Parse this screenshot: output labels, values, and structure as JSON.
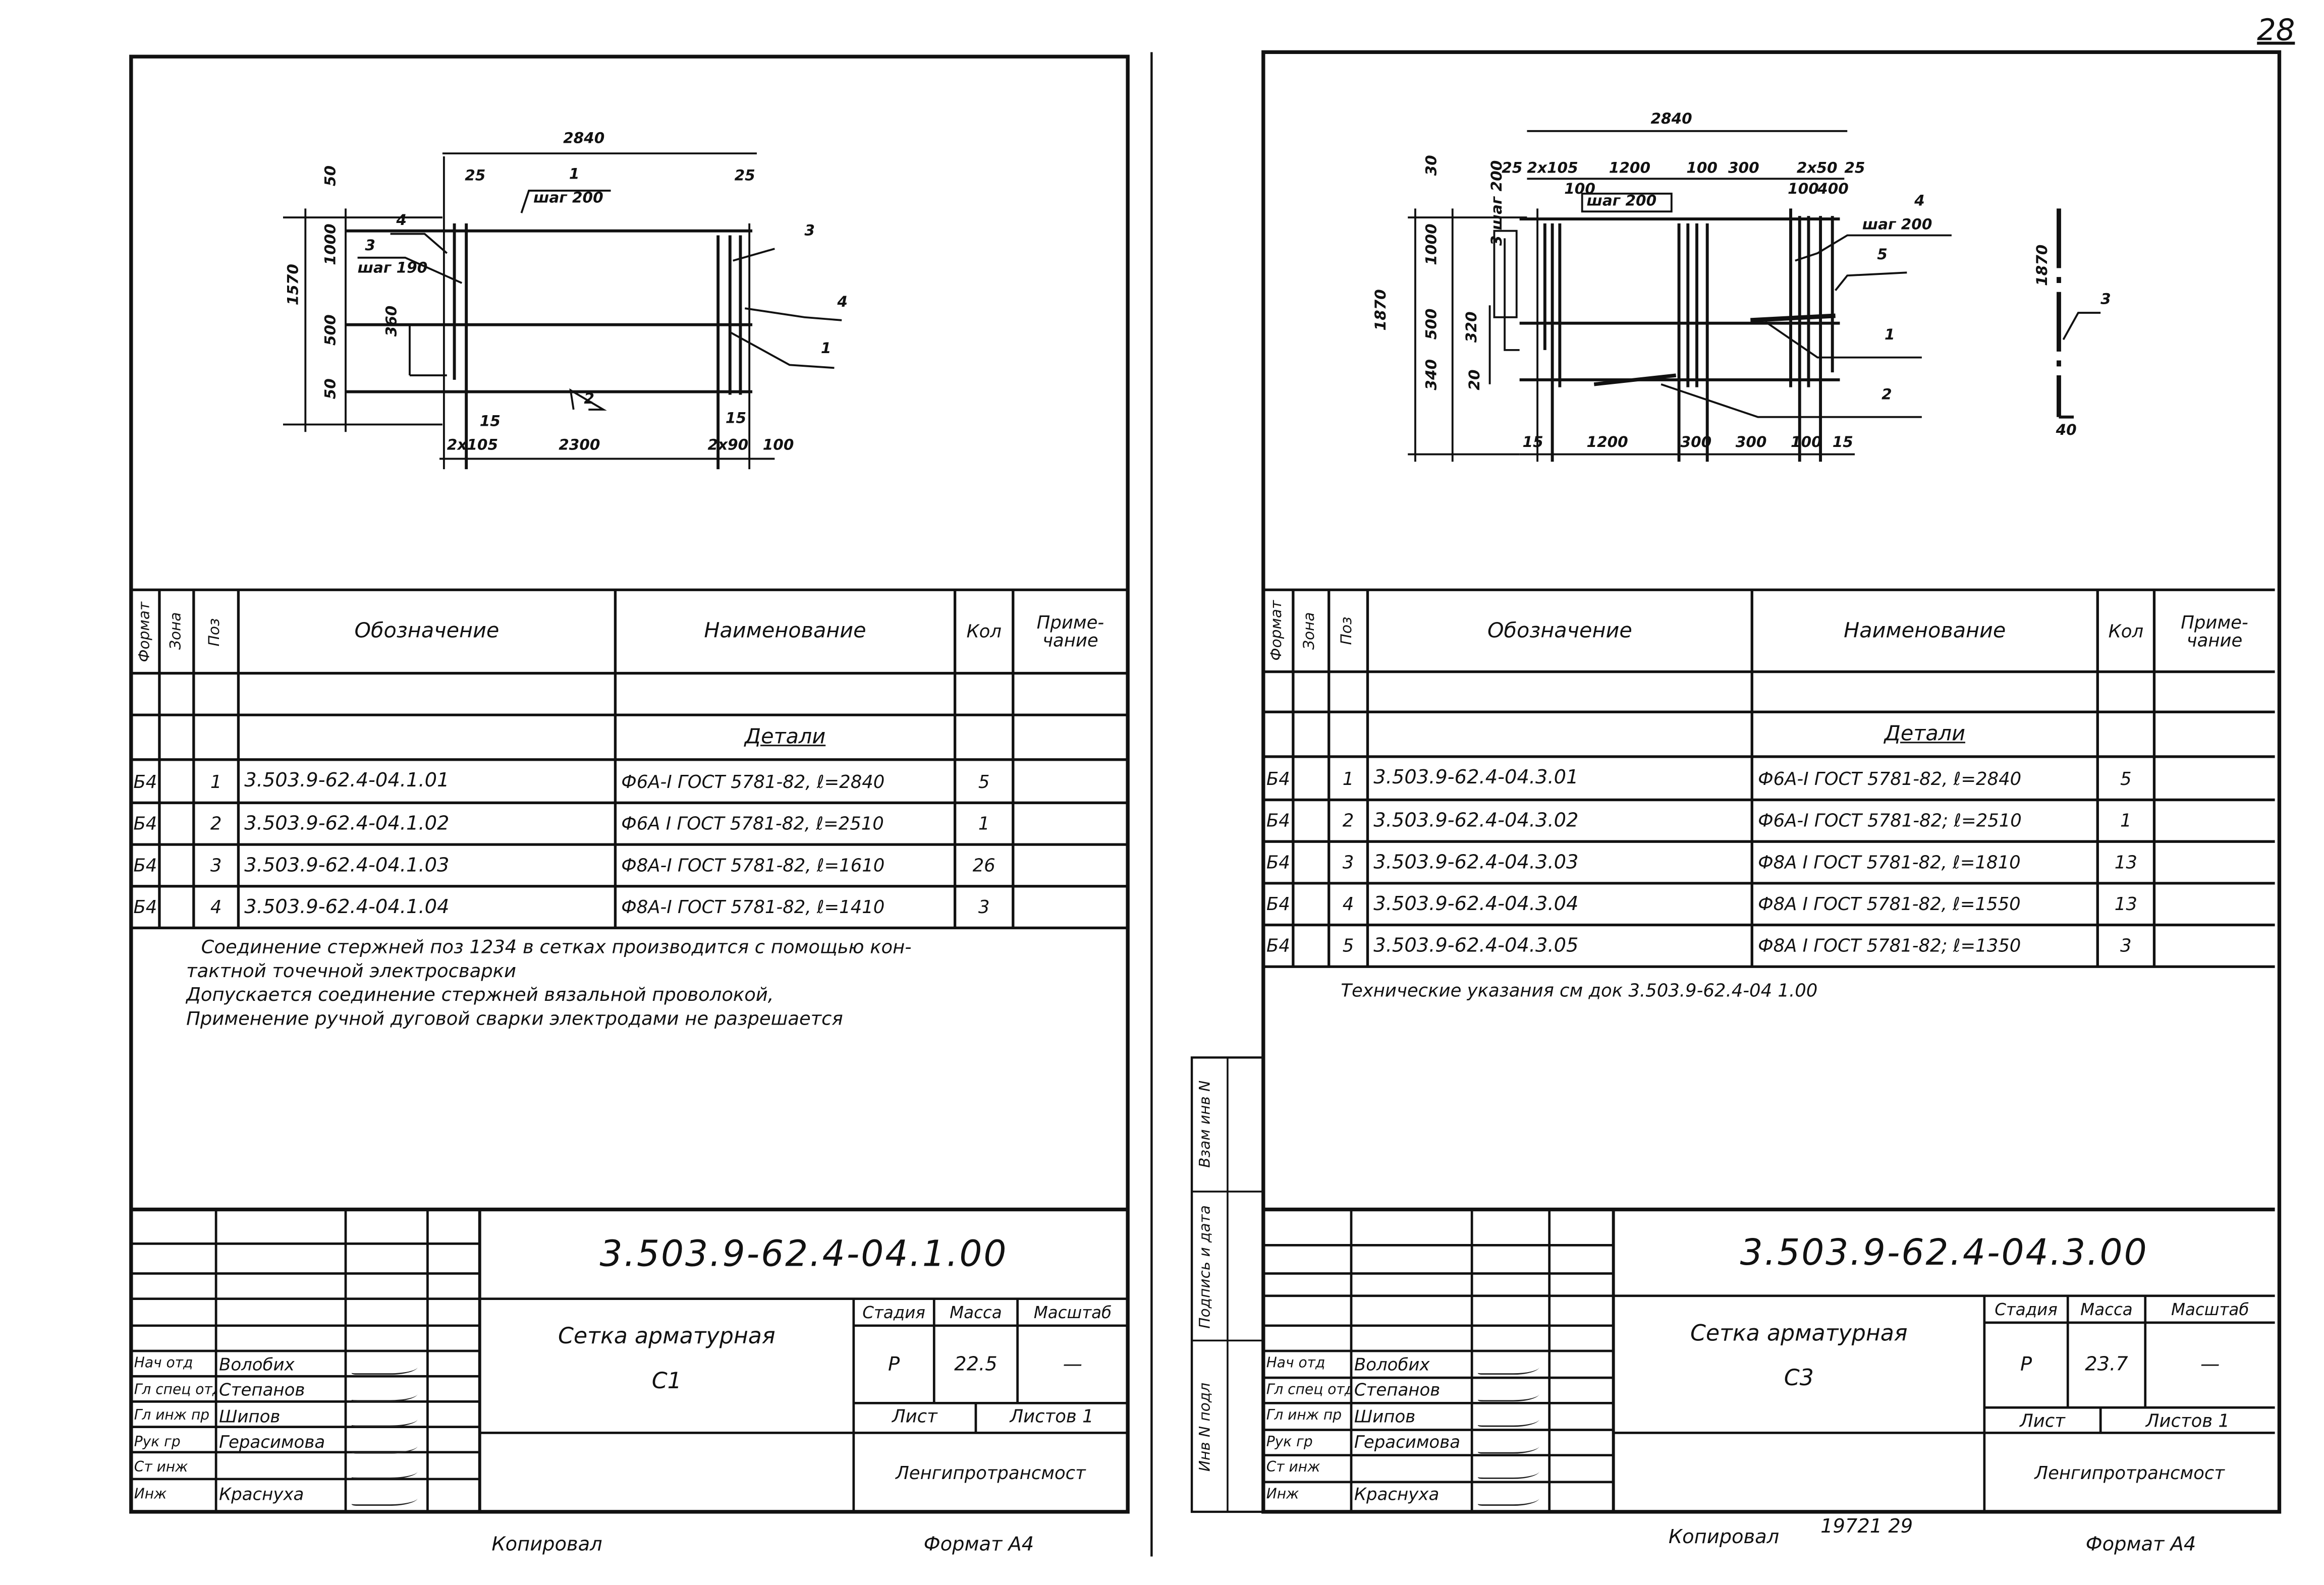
{
  "page_number": "28",
  "sheet_left": {
    "drawing": {
      "dims": [
        "2840",
        "25",
        "1",
        "шаг 200",
        "25",
        "50",
        "1000",
        "500",
        "50",
        "1570",
        "360",
        "4",
        "3",
        "шаг 190",
        "3",
        "4",
        "1",
        "2",
        "15",
        "15",
        "2x105",
        "2300",
        "2x90",
        "100"
      ]
    },
    "table": {
      "headers": [
        "Формат",
        "Зона",
        "Поз",
        "Обозначение",
        "Наименование",
        "Кол",
        "Приме-чание"
      ],
      "section": "Детали",
      "rows": [
        [
          "Б4",
          "",
          "1",
          "3.503.9-62.4-04.1.01",
          "Ф6A-I ГОСТ 5781-82, ℓ=2840",
          "5",
          ""
        ],
        [
          "Б4",
          "",
          "2",
          "3.503.9-62.4-04.1.02",
          "Ф6A I ГОСТ 5781-82, ℓ=2510",
          "1",
          ""
        ],
        [
          "Б4",
          "",
          "3",
          "3.503.9-62.4-04.1.03",
          "Ф8A-I ГОСТ 5781-82, ℓ=1610",
          "26",
          ""
        ],
        [
          "Б4",
          "",
          "4",
          "3.503.9-62.4-04.1.04",
          "Ф8A-I ГОСТ 5781-82, ℓ=1410",
          "3",
          ""
        ]
      ]
    },
    "notes": [
      "Соединение стержней поз 1234 в сетках производится с помощью кон-",
      "тактной точечной электросварки",
      "Допускается соединение стержней вязальной проволокой,",
      "Применение ручной дуговой сварки электродами не разрешается"
    ],
    "title_block": {
      "code": "3.503.9-62.4-04.1.00",
      "name_line1": "Сетка арматурная",
      "name_line2": "С1",
      "stage_label": "Стадия",
      "mass_label": "Масса",
      "scale_label": "Масштаб",
      "stage": "Р",
      "mass": "22.5",
      "scale": "—",
      "sheet_label": "Лист",
      "sheets_label": "Листов 1",
      "org": "Ленгипротрансмост",
      "people": [
        [
          "Нач отд",
          "Волобих"
        ],
        [
          "Гл спец отд",
          "Степанов"
        ],
        [
          "Гл инж пр",
          "Шипов"
        ],
        [
          "Рук гр",
          "Герасимова"
        ],
        [
          "Ст инж",
          ""
        ],
        [
          "Инж",
          "Краснуха"
        ]
      ]
    },
    "footer_left": "Копировал",
    "footer_right": "Формат А4"
  },
  "sheet_right": {
    "drawing": {
      "dims": [
        "2840",
        "25",
        "2x105",
        "1200",
        "100",
        "300",
        "2x50",
        "25",
        "100",
        "шаг 200",
        "100",
        "400",
        "30",
        "1000",
        "500",
        "340",
        "1870",
        "320",
        "20",
        "3 шаг 200",
        "4",
        "шаг 200",
        "5",
        "1",
        "2",
        "15",
        "1200",
        "300",
        "300",
        "100",
        "15",
        "1870",
        "3",
        "40"
      ]
    },
    "table": {
      "headers": [
        "Формат",
        "Зона",
        "Поз",
        "Обозначение",
        "Наименование",
        "Кол",
        "Приме-чание"
      ],
      "section": "Детали",
      "rows": [
        [
          "Б4",
          "",
          "1",
          "3.503.9-62.4-04.3.01",
          "Ф6A-I ГОСТ 5781-82, ℓ=2840",
          "5",
          ""
        ],
        [
          "Б4",
          "",
          "2",
          "3.503.9-62.4-04.3.02",
          "Ф6A-I ГОСТ 5781-82; ℓ=2510",
          "1",
          ""
        ],
        [
          "Б4",
          "",
          "3",
          "3.503.9-62.4-04.3.03",
          "Ф8A I ГОСТ 5781-82, ℓ=1810",
          "13",
          ""
        ],
        [
          "Б4",
          "",
          "4",
          "3.503.9-62.4-04.3.04",
          "Ф8A I ГОСТ 5781-82, ℓ=1550",
          "13",
          ""
        ],
        [
          "Б4",
          "",
          "5",
          "3.503.9-62.4-04.3.05",
          "Ф8A I ГОСТ 5781-82; ℓ=1350",
          "3",
          ""
        ]
      ]
    },
    "note": "Технические указания см док 3.503.9-62.4-04 1.00",
    "side_stamp": [
      "Взам инв N",
      "Подпись и дата",
      "Инв N подл"
    ],
    "title_block": {
      "code": "3.503.9-62.4-04.3.00",
      "name_line1": "Сетка арматурная",
      "name_line2": "С3",
      "stage_label": "Стадия",
      "mass_label": "Масса",
      "scale_label": "Масштаб",
      "stage": "Р",
      "mass": "23.7",
      "scale": "—",
      "sheet_label": "Лист",
      "sheets_label": "Листов 1",
      "org": "Ленгипротрансмост",
      "people": [
        [
          "Нач отд",
          "Волобих"
        ],
        [
          "Гл спец отд",
          "Степанов"
        ],
        [
          "Гл инж пр",
          "Шипов"
        ],
        [
          "Рук гр",
          "Герасимова"
        ],
        [
          "Ст инж",
          ""
        ],
        [
          "Инж",
          "Краснуха"
        ]
      ]
    },
    "footer_left": "Копировал",
    "footer_mid": "19721 29",
    "footer_right": "Формат А4"
  }
}
